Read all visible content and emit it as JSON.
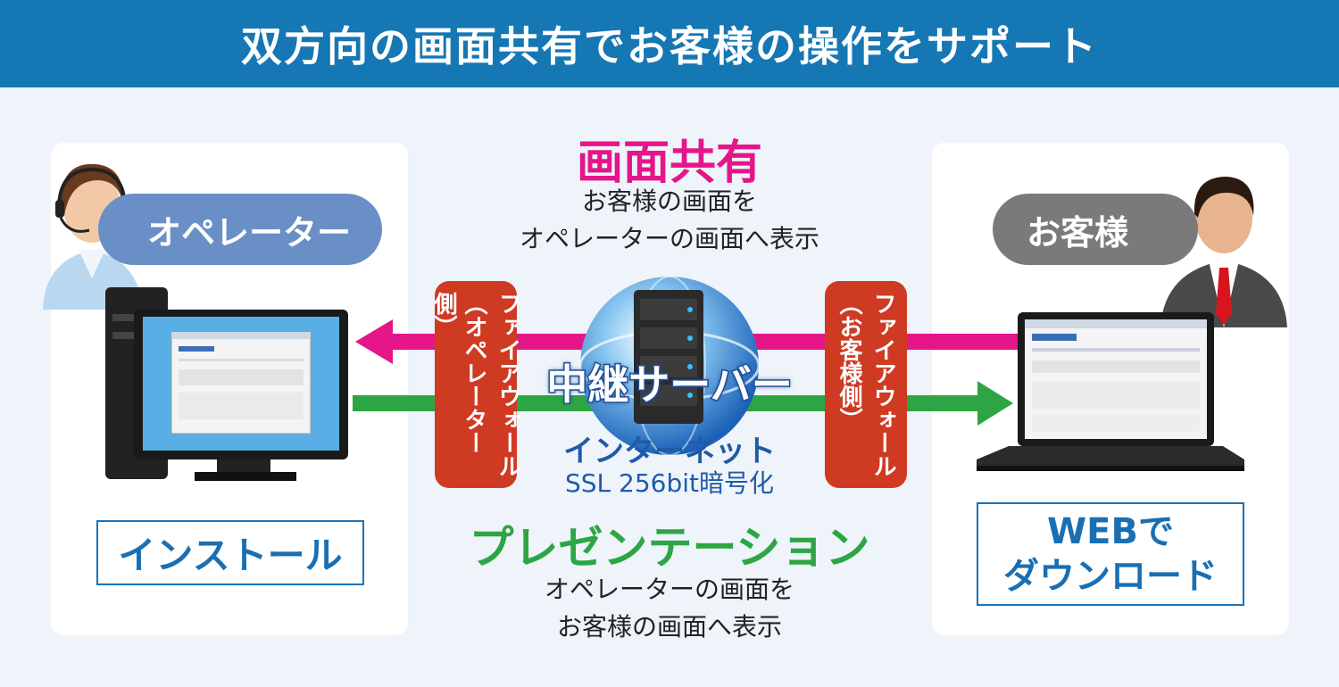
{
  "header": {
    "title": "双方向の画面共有でお客様の操作をサポート"
  },
  "operator": {
    "label": "オペレーター",
    "install_label": "インストール"
  },
  "customer": {
    "label": "お客様",
    "download_line1": "WEBで",
    "download_line2": "ダウンロード"
  },
  "screen_share": {
    "title": "画面共有",
    "desc_line1": "お客様の画面を",
    "desc_line2": "オペレーターの画面へ表示"
  },
  "presentation": {
    "title": "プレゼンテーション",
    "desc_line1": "オペレーターの画面を",
    "desc_line2": "お客様の画面へ表示"
  },
  "firewall_left": {
    "col1": "ファイアウォール",
    "col2": "（オペレーター側）"
  },
  "firewall_right": {
    "col1": "ファイアウォール",
    "col2": "（お客様側）"
  },
  "server": {
    "label": "中継サーバー",
    "internet": "インターネット",
    "ssl": "SSL 256bit暗号化"
  },
  "colors": {
    "header": "#1577b4",
    "pink": "#e5158a",
    "green": "#2ea544",
    "firewall": "#cf3a23"
  }
}
